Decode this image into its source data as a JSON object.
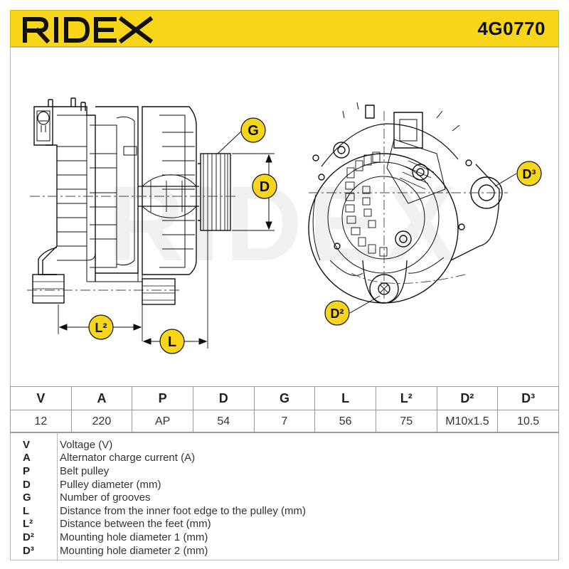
{
  "header": {
    "brand": "RIDEX",
    "part_number": "4G0770",
    "background_color": "#f7d51b"
  },
  "diagram": {
    "watermark": "RIDEX",
    "labels": {
      "g": "G",
      "d": "D",
      "l": "L",
      "l2": "L²",
      "d2": "D²",
      "d3": "D³"
    },
    "label_color": "#f7d51b"
  },
  "table": {
    "headers": [
      "V",
      "A",
      "P",
      "D",
      "G",
      "L",
      "L²",
      "D²",
      "D³"
    ],
    "values": [
      "12",
      "220",
      "AP",
      "54",
      "7",
      "56",
      "75",
      "M10x1.5",
      "10.5"
    ]
  },
  "legend": [
    {
      "key": "V",
      "text": "Voltage (V)"
    },
    {
      "key": "A",
      "text": "Alternator charge current (A)"
    },
    {
      "key": "P",
      "text": "Belt pulley"
    },
    {
      "key": "D",
      "text": "Pulley diameter (mm)"
    },
    {
      "key": "G",
      "text": "Number of grooves"
    },
    {
      "key": "L",
      "text": "Distance from the inner foot edge to the pulley (mm)"
    },
    {
      "key": "L²",
      "text": "Distance between the feet (mm)"
    },
    {
      "key": "D²",
      "text": "Mounting hole diameter 1 (mm)"
    },
    {
      "key": "D³",
      "text": "Mounting hole diameter 2 (mm)"
    }
  ]
}
